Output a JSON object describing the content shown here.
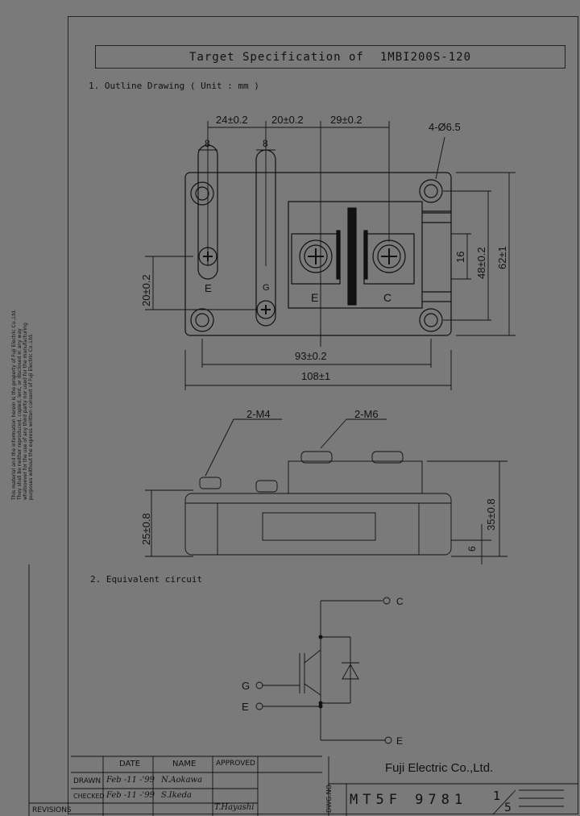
{
  "title": {
    "prefix": "Target Specification of",
    "part": "1MBI200S-120"
  },
  "sections": {
    "outline": "1. Outline Drawing ( Unit : mm )",
    "equivalent": "2. Equivalent circuit"
  },
  "dimensions": {
    "d24": "24±0.2",
    "d20": "20±0.2",
    "d29": "29±0.2",
    "hole": "4-Ø6.5",
    "w8a": "8",
    "w8b": "8",
    "d16": "16",
    "d48": "48±0.2",
    "d62": "62±1",
    "d20v": "20±0.2",
    "d93": "93±0.2",
    "d108": "108±1",
    "m4": "2-M4",
    "m6": "2-M6",
    "d35": "35±0.8",
    "d25": "25±0.8",
    "d6": "6"
  },
  "labels": {
    "E_small": "E",
    "G_small": "G",
    "E_big": "E",
    "C_big": "C"
  },
  "circuit": {
    "C": "C",
    "G": "G",
    "E_in": "E",
    "E_out": "E"
  },
  "side_note": "This material and the information herein is the property of Fuji Electric Co.,Ltd. They shall be neither reproduced, copied, lent, or disclosed in any way whatsoever for the use of any third party nor used for the manufacturing purposes without the express written consent of Fuji Electric Co.,Ltd.",
  "title_block": {
    "date": "DATE",
    "name": "NAME",
    "approved": "APPROVED",
    "drawn": "DRAWN",
    "checked": "CHECKED",
    "revisions": "REVISIONS",
    "drawn_date": "Feb -11 -'99",
    "drawn_name": "N.Aokawa",
    "checked_date": "Feb -11 -'99",
    "checked_name": "S.Ikeda",
    "approved_sig": "T.Hayashi",
    "company": "Fuji Electric Co.,Ltd.",
    "dwg_label": "DWG.NO.",
    "dwg_no": "MT5F 9781",
    "page": "1",
    "pages": "5"
  }
}
